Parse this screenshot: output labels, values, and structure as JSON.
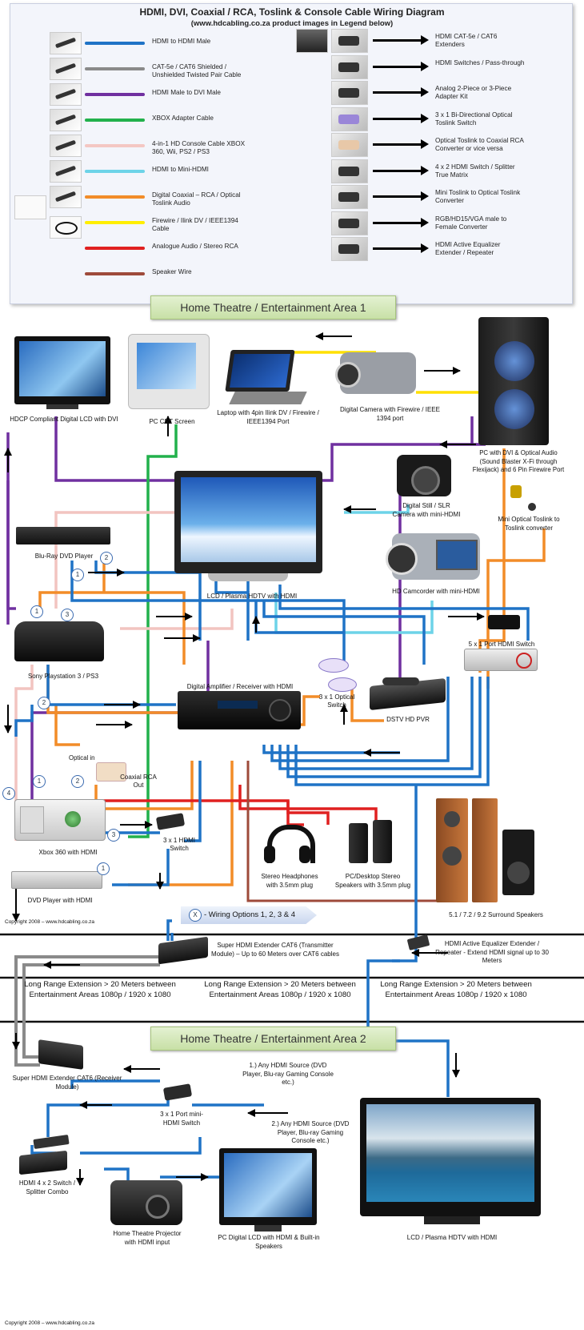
{
  "legend": {
    "title": "HDMI, DVI, Coaxial / RCA, Toslink & Console Cable Wiring Diagram",
    "subtitle": "(www.hdcabling.co.za product images in Legend below)",
    "cables": [
      {
        "label": "HDMI to HDMI Male",
        "color": "#1f73c6"
      },
      {
        "label": "CAT-5e / CAT6 Shielded / Unshielded Twisted Pair Cable",
        "color": "#8a8a8a"
      },
      {
        "label": "HDMI Male to DVI Male",
        "color": "#7030a0"
      },
      {
        "label": "XBOX Adapter Cable",
        "color": "#22b14c"
      },
      {
        "label": "4-in-1 HD Console Cable XBOX 360, Wii, PS2 / PS3",
        "color": "#f4c7c3"
      },
      {
        "label": "HDMI to Mini-HDMI",
        "color": "#6dd3e8"
      },
      {
        "label": "Digital Coaxial – RCA / Optical Toslink Audio",
        "color": "#f28c28"
      },
      {
        "label": "Firewire / Ilink DV / IEEE1394 Cable",
        "color": "#ffee00"
      },
      {
        "label": "Analogue Audio / Stereo RCA",
        "color": "#e02020"
      },
      {
        "label": "Speaker Wire",
        "color": "#9e4a3a"
      }
    ],
    "products": [
      "HDMI CAT-5e / CAT6 Extenders",
      "HDMI Switches / Pass-through",
      "Analog 2-Piece or 3-Piece Adapter Kit",
      "3 x 1 Bi-Directional Optical Toslink Switch",
      "Optical Toslink to Coaxial RCA Converter or vice versa",
      "4 x 2 HDMI Switch / Splitter True Matrix",
      "Mini Toslink to Optical Toslink Converter",
      "RGB/HD15/VGA male to Female Converter",
      "HDMI Active Equalizer Extender / Repeater"
    ]
  },
  "area1": {
    "title": "Home Theatre / Entertainment Area 1",
    "devices": {
      "lcd_monitor": "HDCP Compliant Digital LCD with DVI",
      "crt": "PC CRT Screen",
      "laptop": "Laptop with 4pin Ilink DV / Firewire / IEEE1394 Port",
      "camera": "Digital Camera with Firewire / IEEE 1394 port",
      "pc": "PC with DVI & Optical Audio (Sound Blaster X-Fi through Flexijack) and 6 Pin Firewire Port",
      "slr": "Digital Still / SLR Camera with mini-HDMI",
      "mini_toslink": "Mini Optical Toslink to Toslink converter",
      "bluray": "Blu-Ray DVD Player",
      "hdtv": "LCD / Plasma HDTV with HDMI",
      "camcorder": "HD Camcorder with mini-HDMI",
      "ps3": "Sony Playstation 3 / PS3",
      "switch5": "5 x 1 Port HDMI Switch",
      "amp": "Digital Amplifier / Receiver with HDMI",
      "optical_switch": "3 x 1 Optical Switch",
      "pvr": "DSTV HD PVR",
      "optical_in": "Optical in",
      "coaxial_out": "Coaxial RCA Out",
      "xbox": "Xbox 360 with HDMI",
      "hdmi_switch3": "3 x 1 HDMI Switch",
      "headphones": "Stereo Headphones with 3.5mm plug",
      "pc_speakers": "PC/Desktop Stereo Speakers with 3.5mm plug",
      "surround": "5.1 / 7.2 / 9.2 Surround Speakers",
      "dvd": "DVD Player with HDMI"
    },
    "wiring_options": "- Wiring Options 1, 2, 3 & 4",
    "wiring_marker": "X",
    "copyright": "Copyright 2008 – www.hdcabling.co.za"
  },
  "extension": {
    "transmitter": "Super HDMI Extender CAT6 (Transmitter Module) – Up to 60 Meters over CAT6 cables",
    "equalizer": "HDMI Active Equalizer Extender / Repeater - Extend HDMI signal up to 30 Meters",
    "long_range": "Long Range Extension > 20 Meters between Entertainment Areas 1080p / 1920 x 1080"
  },
  "area2": {
    "title": "Home Theatre / Entertainment Area 2",
    "devices": {
      "receiver": "Super HDMI Extender CAT6 (Receiver Module)",
      "source1": "1.) Any HDMI Source (DVD Player, Blu-ray Gaming Console etc.)",
      "miniswitch": "3 x 1 Port mini-HDMI Switch",
      "source2": "2.) Any HDMI Source (DVD Player, Blu-ray Gaming Console etc.)",
      "splitter": "HDMI 4 x 2 Switch / Splitter Combo",
      "projector": "Home Theatre Projector with HDMI input",
      "pc_lcd": "PC Digital LCD with HDMI & Built-in Speakers",
      "hdtv2": "LCD / Plasma HDTV with HDMI"
    },
    "copyright": "Copyright 2008 – www.hdcabling.co.za"
  },
  "option_numbers": [
    "1",
    "2",
    "3",
    "4"
  ]
}
